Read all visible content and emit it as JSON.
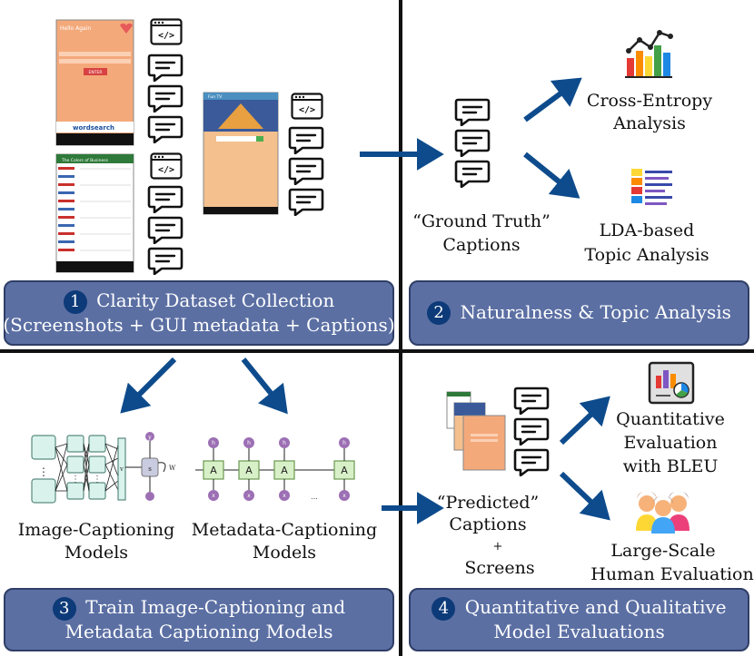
{
  "stages": [
    {
      "number": "1",
      "line1": "Clarity Dataset Collection",
      "line2": "(Screenshots + GUI metadata + Captions)"
    },
    {
      "number": "2",
      "line1": "Naturalness & Topic Analysis",
      "line2": ""
    },
    {
      "number": "3",
      "line1": "Train Image-Captioning and",
      "line2": "Metadata Captioning Models"
    },
    {
      "number": "4",
      "line1": "Quantitative and Qualitative",
      "line2": "Model Evaluations"
    }
  ],
  "analysis": {
    "ground_truth": [
      "“Ground Truth”",
      "Captions"
    ],
    "cross_entropy": [
      "Cross-Entropy",
      "Analysis"
    ],
    "lda": [
      "LDA-based",
      "Topic Analysis"
    ]
  },
  "models": {
    "image_captioning": [
      "Image-Captioning",
      "Models"
    ],
    "metadata_captioning": [
      "Metadata-Captioning",
      "Models"
    ],
    "rnn_cell": "A",
    "rnn_hidden": "h",
    "rnn_input": "x",
    "cnn_vector": "v",
    "cnn_out": "y",
    "cnn_state": "s",
    "cnn_w": "W",
    "ellipsis": "..."
  },
  "evaluation": {
    "predicted": [
      "“Predicted”",
      "Captions",
      "+",
      "Screens"
    ],
    "bleu": [
      "Quantitative",
      "Evaluation",
      "with BLEU"
    ],
    "human": [
      "Large-Scale",
      "Human Evaluation"
    ]
  },
  "screens": {
    "app1_title": "Hello Again",
    "app1_button": "ENTER",
    "app1_banner": "wordsearch",
    "app2_title": "The Colors of Business",
    "app3_title": "Fun TV"
  },
  "icons": [
    "code-window-icon",
    "speech-bubble-icon",
    "bar-chart-icon",
    "topic-list-icon",
    "report-icon",
    "people-icon"
  ],
  "colors": {
    "arrow": "#0d4b8c",
    "box": "#5b6fa3",
    "divider": "#111111",
    "number": "#0d3a78"
  }
}
